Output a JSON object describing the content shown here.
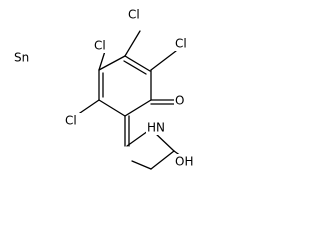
{
  "molecule": {
    "atoms": {
      "sn": "Sn",
      "cl_top_left": "Cl",
      "cl_top_right": "Cl",
      "cl_right": "Cl",
      "cl_left": "Cl",
      "oxygen": "O",
      "amine": "HN",
      "hydroxyl": "OH"
    },
    "colors": {
      "bond": "#000000",
      "text": "#000000",
      "background": "#ffffff"
    }
  }
}
